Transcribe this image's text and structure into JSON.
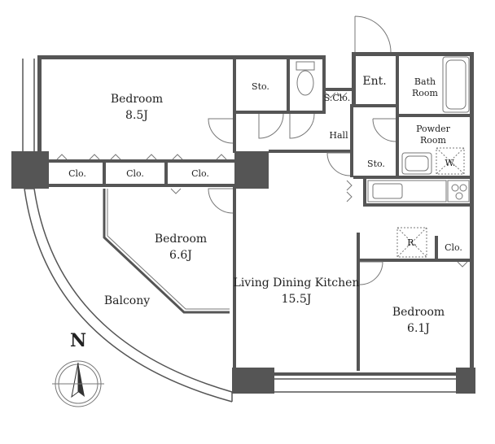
{
  "rooms": {
    "bedroom_a": {
      "name": "Bedroom",
      "size": "8.5J"
    },
    "bedroom_b": {
      "name": "Bedroom",
      "size": "6.6J"
    },
    "bedroom_c": {
      "name": "Bedroom",
      "size": "6.1J"
    },
    "ldk": {
      "name": "Living Dining Kitchen",
      "size": "15.5J"
    },
    "balcony": "Balcony",
    "storage_top": "Sto.",
    "storage_hall": "Sto.",
    "shoe_closet": "S.Clo.",
    "entrance": "Ent.",
    "bath_line1": "Bath",
    "bath_line2": "Room",
    "powder_line1": "Powder",
    "powder_line2": "Room",
    "hall": "Hall",
    "washer": "W.",
    "fridge": "R.",
    "closet_1": "Clo.",
    "closet_2": "Clo.",
    "closet_3": "Clo.",
    "closet_4": "Clo."
  },
  "compass": {
    "north": "N"
  }
}
